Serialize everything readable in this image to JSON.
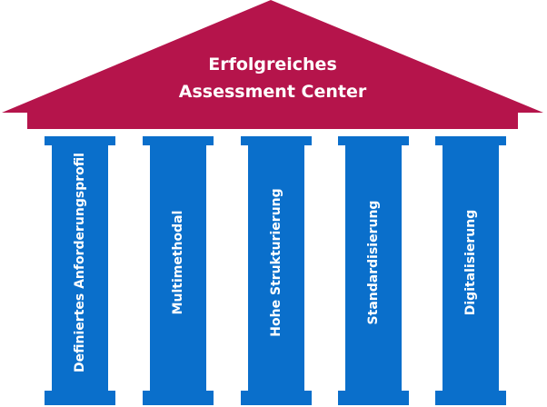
{
  "roof": {
    "title_line1": "Erfolgreiches",
    "title_line2": "Assessment Center"
  },
  "pillars": [
    {
      "label": "Definiertes Anforderungsprofil"
    },
    {
      "label": "Multimethodal"
    },
    {
      "label": "Hohe Strukturierung"
    },
    {
      "label": "Standardisierung"
    },
    {
      "label": "Digitalisierung"
    }
  ],
  "colors": {
    "roof": "#B5144B",
    "pillar": "#0A6FCB",
    "text": "#FFFFFF"
  }
}
